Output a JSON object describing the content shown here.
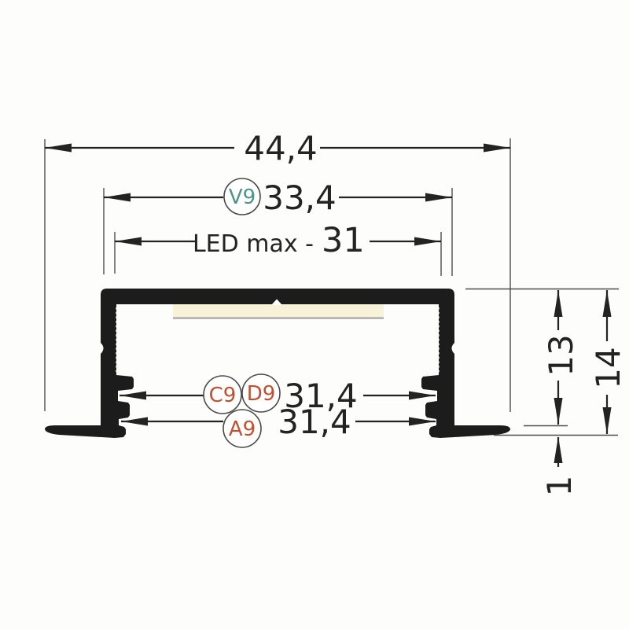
{
  "labels": {
    "overall_width": "44,4",
    "inner_width": "33,4",
    "led_max_label": "LED max -",
    "led_max_value": "31",
    "clip_width_top": "31,4",
    "clip_width_bottom": "31,4",
    "recess_depth": "13",
    "total_height": "14",
    "flange_thickness": "1"
  },
  "badges": {
    "v9": "V9",
    "c9": "C9",
    "d9": "D9",
    "a9": "A9"
  },
  "colors": {
    "line_black": "#232323",
    "profile_black": "#1c1c1c",
    "diffuser_cream": "#f8f3d8",
    "badge_green": "#4e9488",
    "badge_orange": "#c1502f",
    "background": "#ffffff"
  }
}
